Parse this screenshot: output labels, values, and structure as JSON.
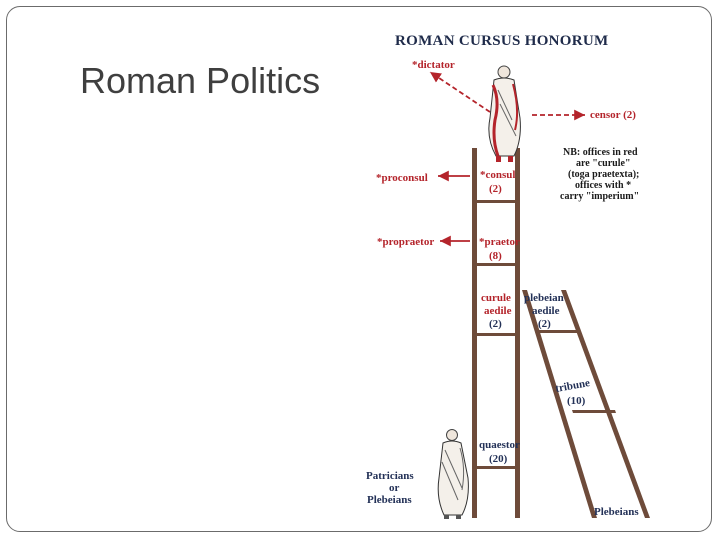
{
  "slide": {
    "title": "Roman Politics"
  },
  "diagram": {
    "title": "ROMAN   CURSUS   HONORUM",
    "offices": {
      "dictator": "*dictator",
      "censor": "censor (2)",
      "proconsul": "*proconsul",
      "consul": "*consul",
      "consul_count": "(2)",
      "propraetor": "*propraetor",
      "praetor": "*praetor",
      "praetor_count": "(8)",
      "curule": "curule",
      "aedile_left": "aedile",
      "aedile_left_count": "(2)",
      "plebeian": "plebeian",
      "aedile_right": "aedile",
      "aedile_right_count": "(2)",
      "tribune": "tribune",
      "tribune_count": "(10)",
      "quaestor": "quaestor",
      "quaestor_count": "(20)"
    },
    "note": [
      "NB: offices in red",
      "are \"curule\"",
      "(toga praetexta);",
      "offices with *",
      "carry \"imperium\""
    ],
    "groups": {
      "patricians_1": "Patricians",
      "patricians_2": "or",
      "patricians_3": "Plebeians",
      "plebeians": "Plebeians"
    },
    "colors": {
      "curule": "#b4242b",
      "plebeian": "#233157",
      "ladder": "#6e4b3a"
    }
  }
}
